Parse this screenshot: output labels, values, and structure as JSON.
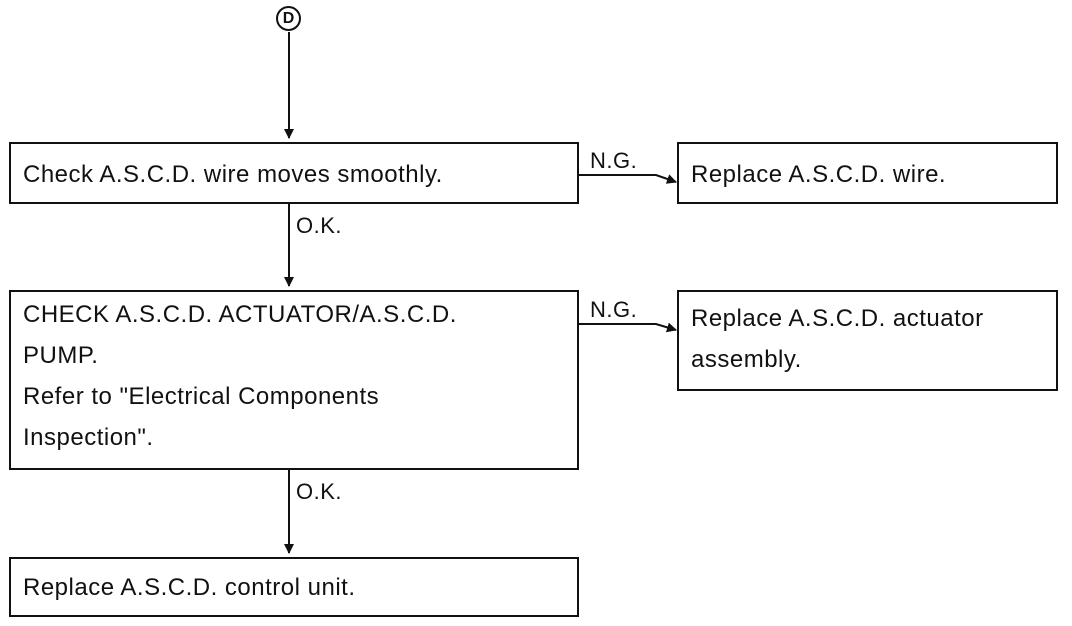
{
  "start_connector": "D",
  "boxes": {
    "check_wire": "Check A.S.C.D. wire moves smoothly.",
    "replace_wire": "Replace A.S.C.D. wire.",
    "check_actuator": [
      "CHECK A.S.C.D. ACTUATOR/A.S.C.D.",
      "PUMP.",
      "Refer to \"Electrical Components",
      "Inspection\"."
    ],
    "replace_actuator": [
      "Replace A.S.C.D. actuator",
      "assembly."
    ],
    "replace_control_unit": "Replace A.S.C.D. control unit."
  },
  "labels": {
    "ng_1": "N.G.",
    "ok_1": "O.K.",
    "ng_2": "N.G.",
    "ok_2": "O.K."
  }
}
